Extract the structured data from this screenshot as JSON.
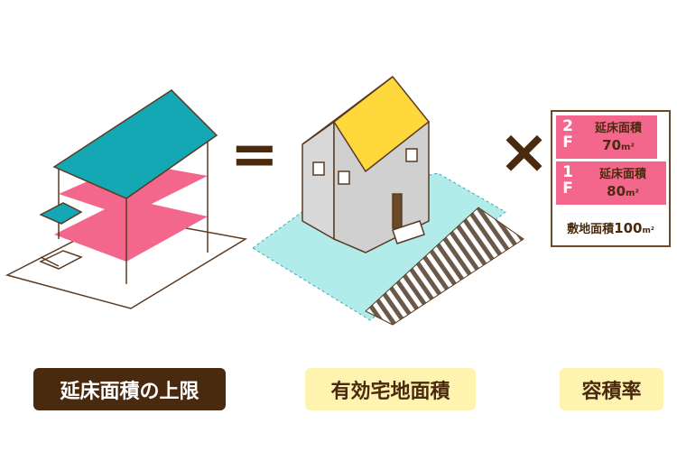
{
  "colors": {
    "pink": "#f4678d",
    "teal": "#14a8b4",
    "yellow": "#ffd93b",
    "cyan": "#b2ecea",
    "brown": "#4a2a0e",
    "pale_yellow": "#fff3b0"
  },
  "equation": {
    "equals": "=",
    "times": "×"
  },
  "floor_box": {
    "floor2": {
      "level_num": "2",
      "level_f": "F",
      "label": "延床面積",
      "value": "70",
      "unit": "m²"
    },
    "floor1": {
      "level_num": "1",
      "level_f": "F",
      "label": "延床面積",
      "value": "80",
      "unit": "m²"
    },
    "site": {
      "label": "敷地面積",
      "value": "100",
      "unit": "m²"
    }
  },
  "labels": {
    "total_floor_area_limit": "延床面積の上限",
    "effective_site_area": "有効宅地面積",
    "floor_area_ratio": "容積率"
  }
}
